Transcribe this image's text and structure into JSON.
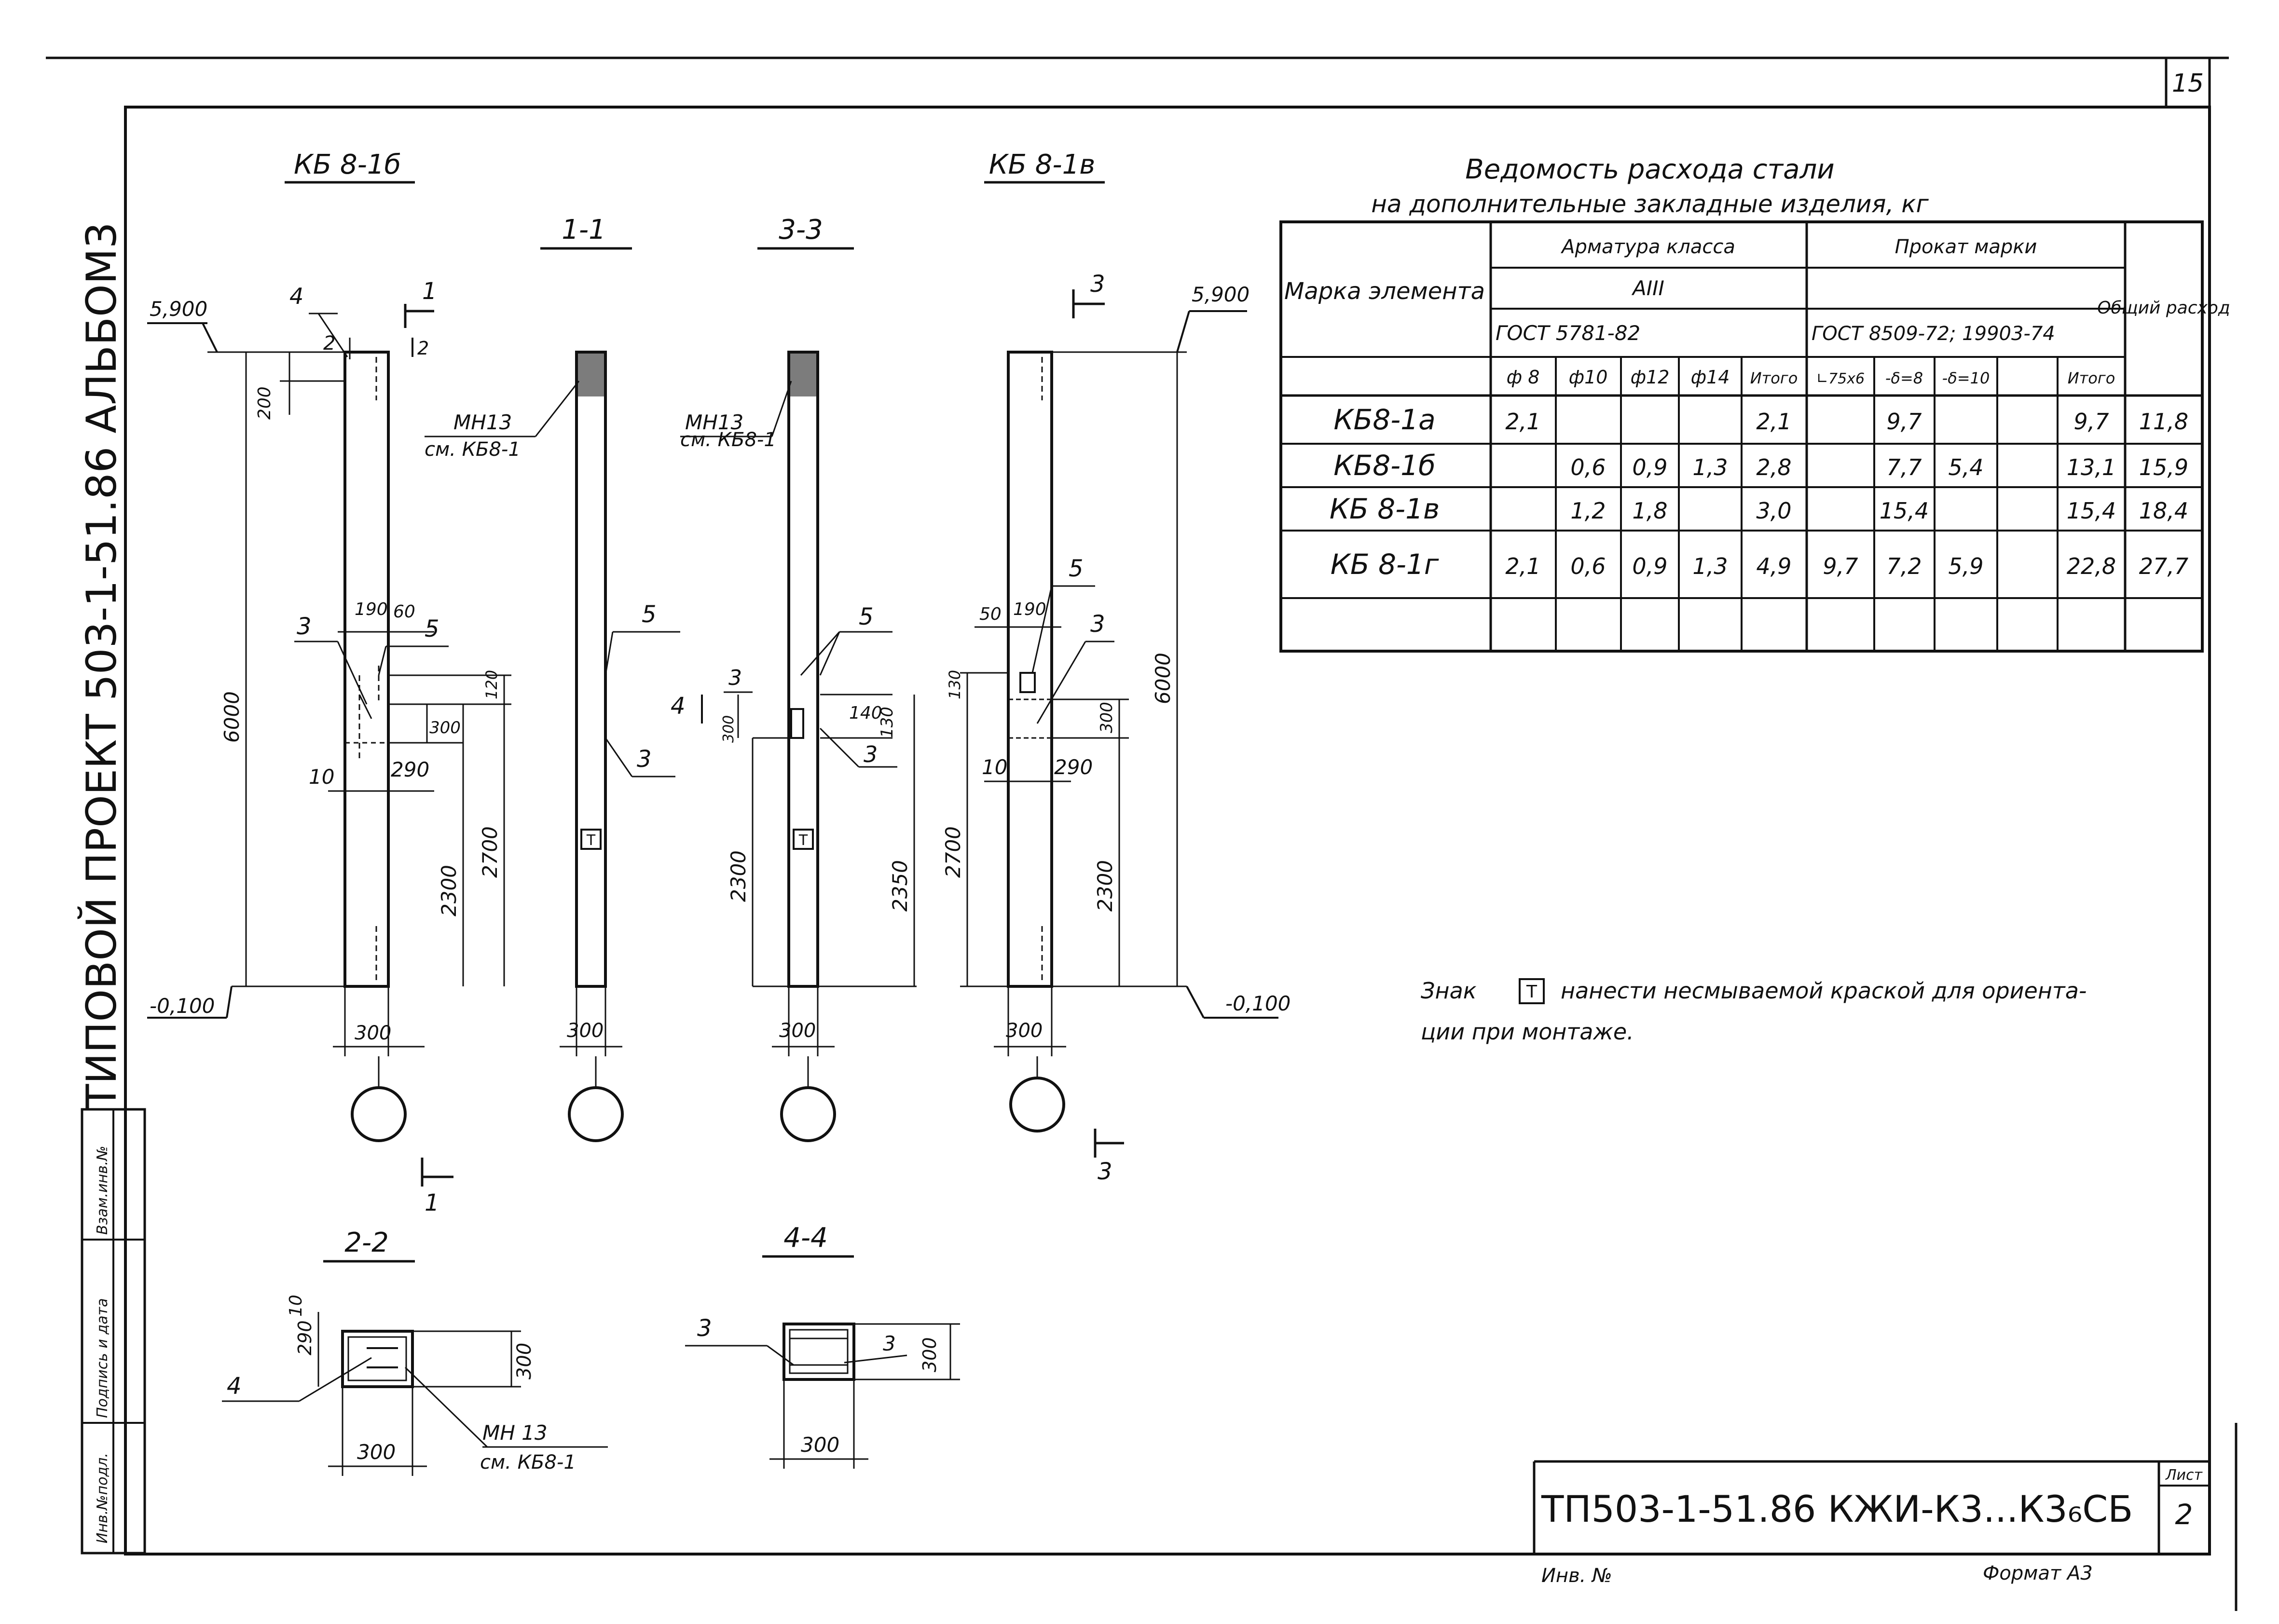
{
  "page_number": "15",
  "side_stamp": {
    "label": "ТИПОВОЙ ПРОЕКТ 503-1-51.86 АЛЬБОМ3"
  },
  "left_strip": [
    "Инв.№подл.",
    "Подпись и дата",
    "Взам.инв.№"
  ],
  "titles": {
    "kb8_1b": "КБ 8-1б",
    "kb8_1v": "КБ 8-1в",
    "s11": "1-1",
    "s33": "3-3",
    "s22": "2-2",
    "s44": "4-4"
  },
  "labels": {
    "el_5900_left": "5,900",
    "el_5900_right": "5,900",
    "el_m0100_left": "-0,100",
    "el_m0100_right": "-0,100",
    "dim_200": "200",
    "dim_6000_left": "6000",
    "dim_6000_right": "6000",
    "dim_190_a": "190",
    "dim_60": "60",
    "dim_120": "120",
    "dim_300_a": "300",
    "dim_10_a": "10",
    "dim_290_a": "290",
    "dim_2300_a": "2300",
    "dim_2700_a": "2700",
    "dim_300_base_a": "300",
    "dim_300_base_b": "300",
    "dim_300_base_c": "300",
    "dim_300_base_d": "300",
    "mark_4": "4",
    "mark_2": "2",
    "mark_1": "1",
    "mark_3": "3",
    "mark_5": "5",
    "mh13_a": "МН13",
    "see_kb8_1_a": "см. КБ8-1",
    "mh13_b": "МН13",
    "see_kb8_1_b": "см. КБ8-1",
    "dim_130": "130",
    "dim_140": "140",
    "dim_300_b": "300",
    "dim_2300_b": "2300",
    "dim_2350": "2350",
    "dim_2700_b": "2700",
    "dim_50": "50",
    "dim_190_b": "190",
    "dim_10_b": "10",
    "dim_290_b": "290",
    "dim_300_c": "300",
    "dim_2300_c": "2300",
    "sec22_290": "290",
    "sec22_10": "10",
    "sec22_300v": "300",
    "sec22_300h": "300",
    "sec22_mh13": "МН 13",
    "sec22_see": "см. КБ8-1",
    "sec44_3a": "3",
    "sec44_3b": "3",
    "sec44_300v": "300",
    "sec44_300h": "300",
    "t_sign": "Т"
  },
  "table": {
    "title_line1": "Ведомость расхода стали",
    "title_line2": "на дополнительные закладные изделия, кг",
    "col_mark": "Марка элемента",
    "col_total": "Общий расход",
    "arm_class": "Арматура класса",
    "arm_grade": "АIII",
    "arm_gost": "ГОСТ 5781-82",
    "rolled": "Прокат марки",
    "rolled_gost": "ГОСТ 8509-72; 19903-74",
    "sub_headers": [
      "ф 8",
      "ф10",
      "ф12",
      "ф14",
      "Итого",
      "∟75х6",
      "-δ=8",
      "-δ=10",
      "",
      "Итого"
    ],
    "rows": [
      {
        "mark": "КБ8-1а",
        "cells": [
          "2,1",
          "",
          "",
          "",
          "2,1",
          "",
          "9,7",
          "",
          "",
          "9,7"
        ],
        "total": "11,8"
      },
      {
        "mark": "КБ8-1б",
        "cells": [
          "",
          "0,6",
          "0,9",
          "1,3",
          "2,8",
          "",
          "7,7",
          "5,4",
          "",
          "13,1"
        ],
        "total": "15,9"
      },
      {
        "mark": "КБ 8-1в",
        "cells": [
          "",
          "1,2",
          "1,8",
          "",
          "3,0",
          "",
          "15,4",
          "",
          "",
          "15,4"
        ],
        "total": "18,4"
      },
      {
        "mark": "КБ 8-1г",
        "cells": [
          "2,1",
          "0,6",
          "0,9",
          "1,3",
          "4,9",
          "9,7",
          "7,2",
          "5,9",
          "",
          "22,8"
        ],
        "total": "27,7"
      },
      {
        "mark": "",
        "cells": [
          "",
          "",
          "",
          "",
          "",
          "",
          "",
          "",
          "",
          ""
        ],
        "total": ""
      }
    ]
  },
  "note": {
    "part1": "Знак",
    "sign": "Т",
    "part2": "нанести несмываемой краской для ориента-",
    "line2": "ции при монтаже."
  },
  "stamp": {
    "code": "ТП503-1-51.86 КЖИ-К3...К3₆СБ",
    "sheet_label": "Лист",
    "sheet_num": "2",
    "inv": "Инв. №",
    "format": "Формат А3"
  }
}
